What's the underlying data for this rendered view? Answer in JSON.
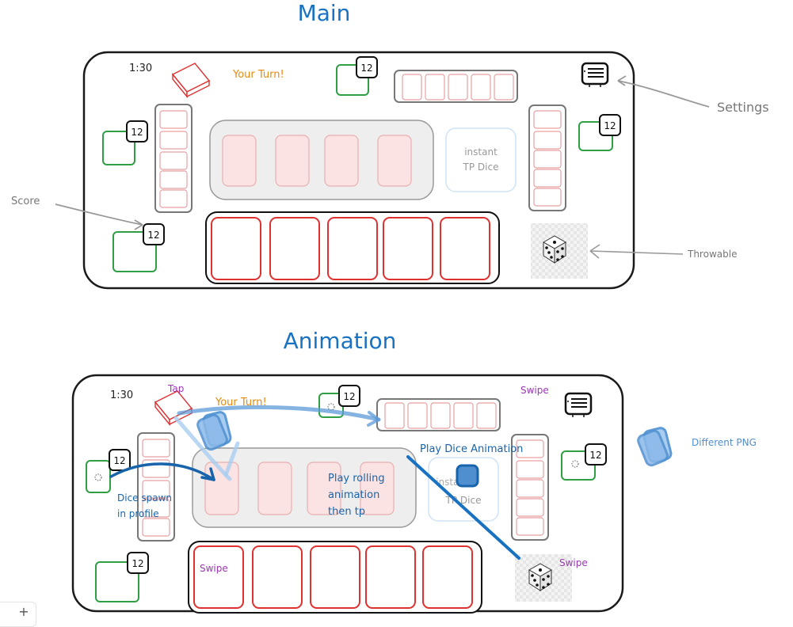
{
  "titles": {
    "main": "Main",
    "animation": "Animation"
  },
  "main_board": {
    "timer": "1:30",
    "your_turn": "Your Turn!",
    "instant_tp_line1": "instant",
    "instant_tp_line2": "TP Dice",
    "scores": [
      "12",
      "12",
      "12",
      "12"
    ]
  },
  "annotations": {
    "settings": "Settings",
    "score": "Score",
    "throwable": "Throwable",
    "different_png": "Different PNG"
  },
  "animation_board": {
    "timer": "1:30",
    "your_turn": "Your Turn!",
    "tap": "Tap",
    "swipe_top": "Swipe",
    "swipe_hand": "Swipe",
    "swipe_dice": "Swipe",
    "play_dice_animation": "Play Dice Animation",
    "play_rolling_1": "Play rolling",
    "play_rolling_2": "animation",
    "play_rolling_3": "then tp",
    "dice_spawn_1": "Dice spawn",
    "dice_spawn_2": "in profile",
    "instant_tp_line1": "instant",
    "instant_tp_line2": "TP Dice",
    "scores": [
      "12",
      "12",
      "12",
      "12"
    ]
  },
  "zoom_control": {
    "plus": "+"
  },
  "colors": {
    "title_blue": "#1971c2",
    "orange": "#e8890c",
    "purple": "#9c36b5",
    "green": "#2f9e44",
    "red": "#e03131",
    "pink_fill": "#fbe3e3",
    "board_fill": "#eeeeee",
    "arrow_blue": "#5c9bd8",
    "annotation_gray": "#868e96"
  }
}
